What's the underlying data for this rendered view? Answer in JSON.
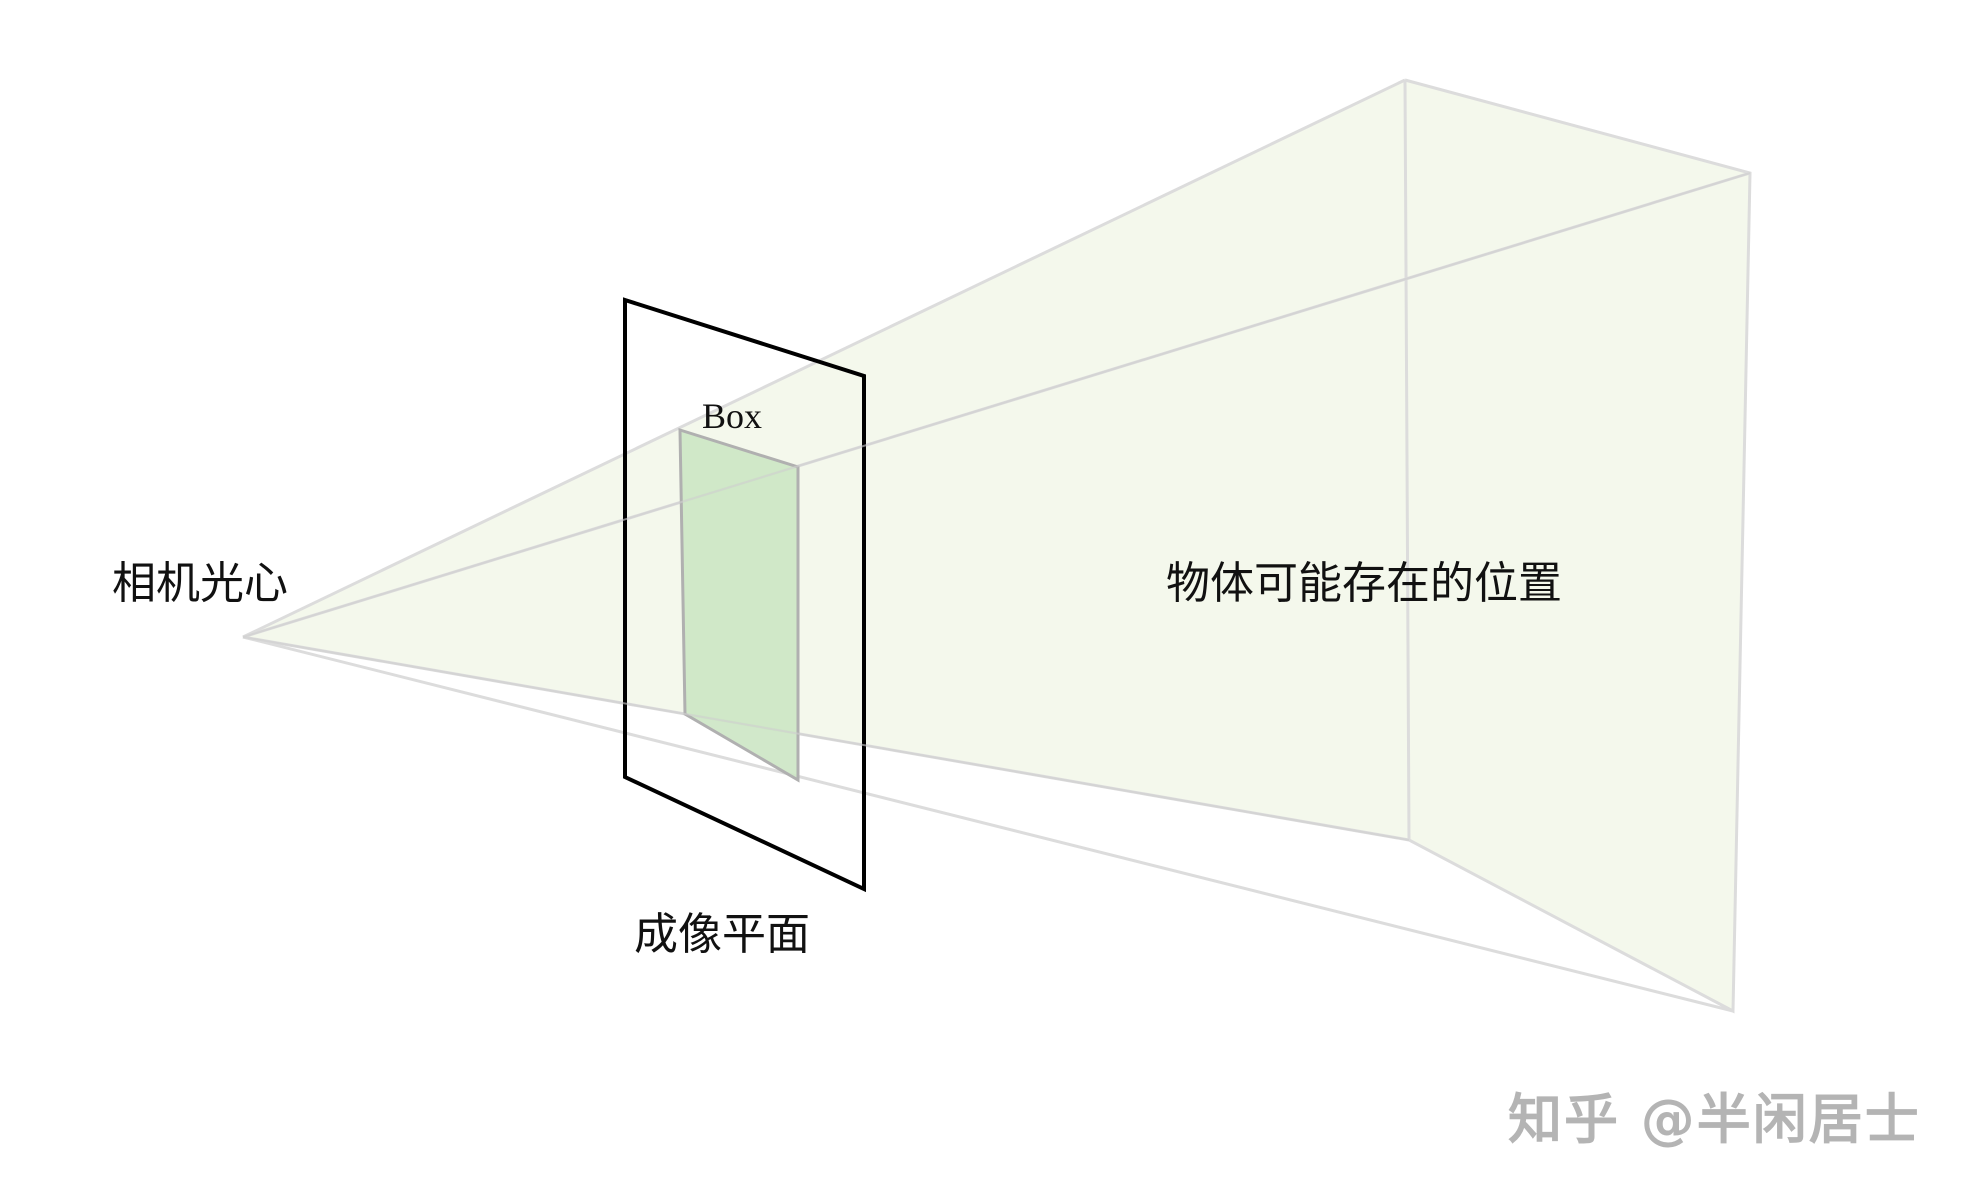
{
  "diagram": {
    "title": "",
    "labels": {
      "camera_center": "相机光心",
      "object_region": "物体可能存在的位置",
      "image_plane": "成像平面",
      "box": "Box"
    },
    "watermark": "知乎 @半闲居士",
    "colors": {
      "frustum_fill": "#f4f8ec",
      "frustum_edge": "#dcdcdc",
      "image_plane_stroke": "#000000",
      "box_fill": "#cce6c4",
      "box_stroke": "#b0b0b0",
      "watermark": "#b4b4b4"
    }
  }
}
